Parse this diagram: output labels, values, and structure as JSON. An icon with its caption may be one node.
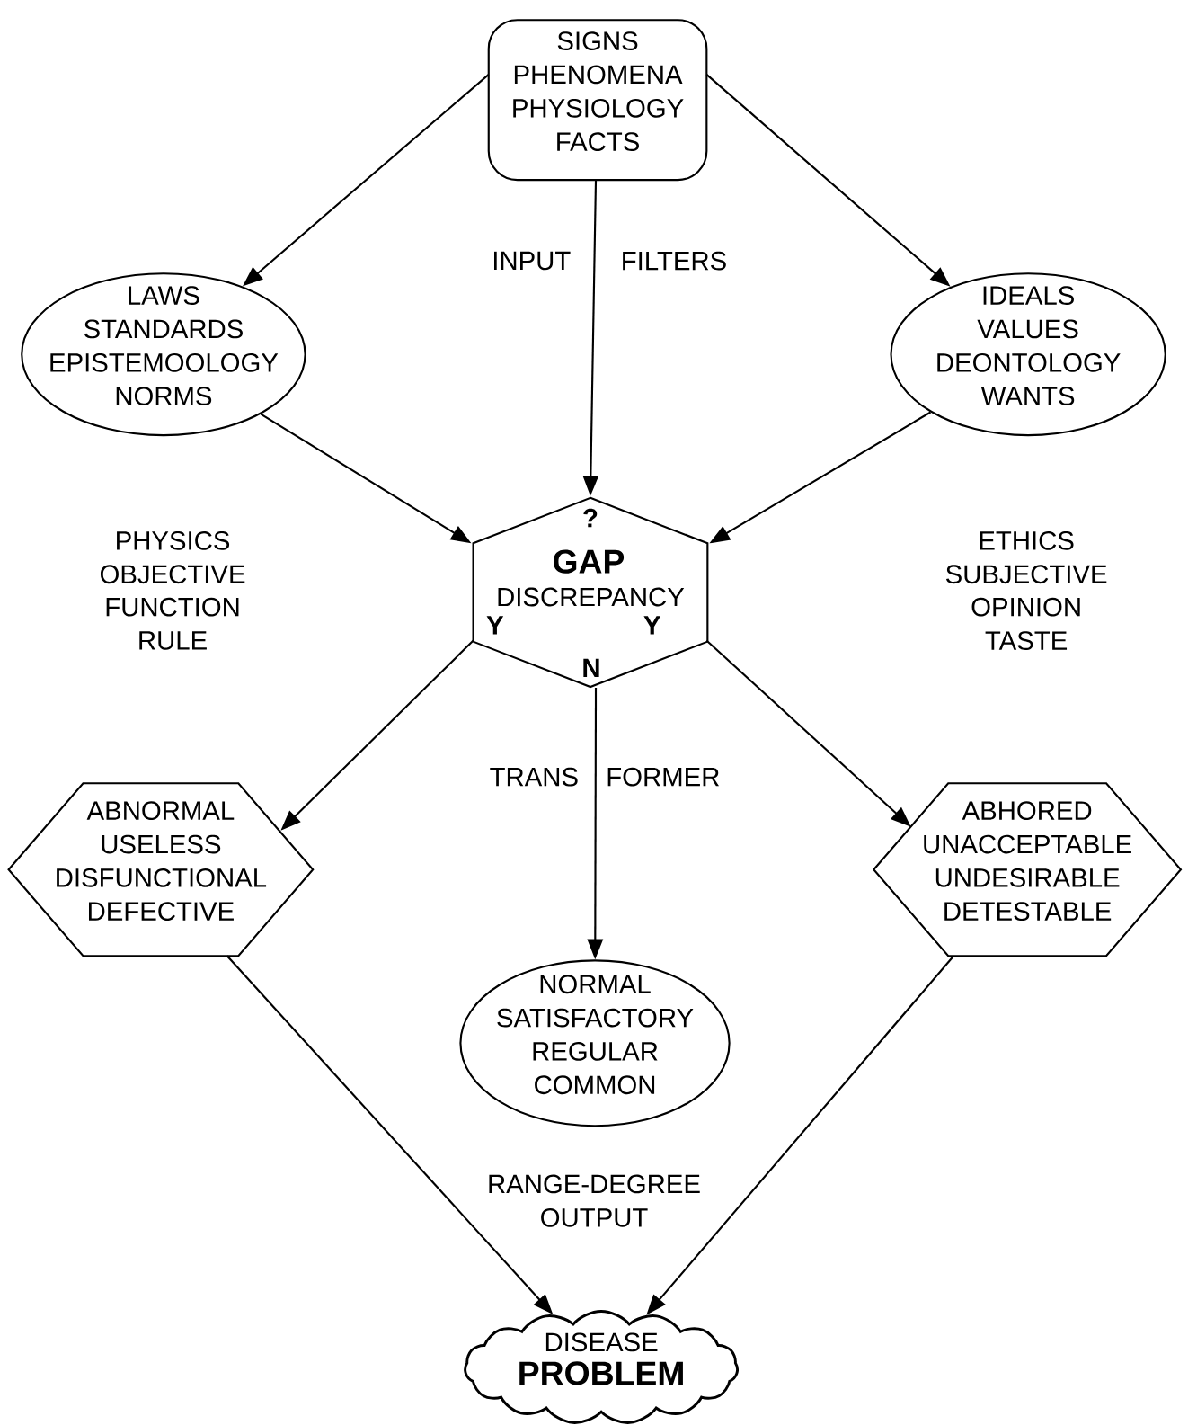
{
  "diagram": {
    "nodes": [
      {
        "text": [
          "SIGNS",
          "PHENOMENA",
          "PHYSIOLOGY",
          "FACTS"
        ]
      },
      {
        "text": [
          "LAWS",
          "STANDARDS",
          "EPISTEMOOLOGY",
          "NORMS"
        ]
      },
      {
        "text": [
          "IDEALS",
          "VALUES",
          "DEONTOLOGY",
          "WANTS"
        ]
      },
      {
        "text": [
          "?",
          "GAP",
          "DISCREPANCY",
          "Y",
          "Y",
          "N"
        ]
      },
      {
        "text": [
          "ABNORMAL",
          "USELESS",
          "DISFUNCTIONAL",
          "DEFECTIVE"
        ]
      },
      {
        "text": [
          "NORMAL",
          "SATISFACTORY",
          "REGULAR",
          "COMMON"
        ]
      },
      {
        "text": [
          "ABHORED",
          "UNACCEPTABLE",
          "UNDESIRABLE",
          "DETESTABLE"
        ]
      },
      {
        "text": [
          "DISEASE",
          "PROBLEM"
        ]
      }
    ],
    "edges": [
      {
        "from": 0,
        "to": 1,
        "arrow": "to"
      },
      {
        "from": 0,
        "to": 3,
        "arrow": "to"
      },
      {
        "from": 0,
        "to": 2,
        "arrow": "to"
      },
      {
        "from": 1,
        "to": 3,
        "arrow": "to"
      },
      {
        "from": 2,
        "to": 3,
        "arrow": "to"
      },
      {
        "from": 3,
        "to": 4,
        "arrow": "to"
      },
      {
        "from": 3,
        "to": 5,
        "arrow": "to"
      },
      {
        "from": 3,
        "to": 6,
        "arrow": "to"
      },
      {
        "from": 4,
        "to": 7,
        "arrow": "to"
      },
      {
        "from": 6,
        "to": 7,
        "arrow": "to"
      }
    ],
    "labels": [
      "INPUT",
      "FILTERS",
      "PHYSICS",
      "OBJECTIVE",
      "FUNCTION",
      "RULE",
      "ETHICS",
      "SUBJECTIVE",
      "OPINION",
      "TASTE",
      "TRANS",
      "FORMER",
      "RANGE-DEGREE",
      "OUTPUT"
    ]
  }
}
